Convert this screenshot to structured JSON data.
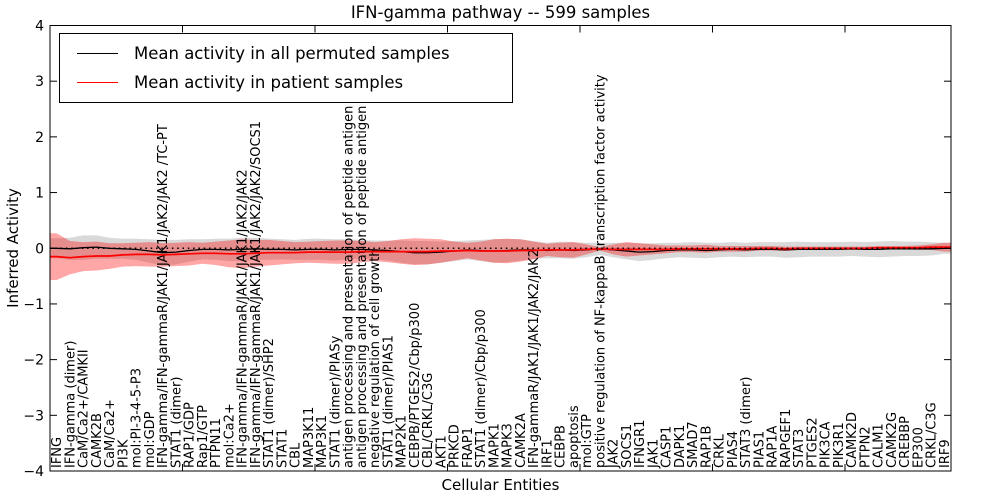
{
  "title": "IFN-gamma pathway -- 599 samples",
  "legend": {
    "items": [
      {
        "label": "Mean activity in all permuted samples",
        "color": "#000000"
      },
      {
        "label": "Mean activity in patient samples",
        "color": "#ff0000"
      }
    ],
    "position": "upper left"
  },
  "colors": {
    "permuted_line": "#000000",
    "patient_line": "#ff0000",
    "permuted_band": "rgba(128,128,128,0.30)",
    "patient_band": "rgba(255,0,0,0.35)",
    "axis": "#000000",
    "background": "#ffffff"
  },
  "chart_data": {
    "type": "line",
    "title": "IFN-gamma pathway -- 599 samples",
    "xlabel": "Cellular Entities",
    "ylabel": "Inferred Activity",
    "ylim": [
      -4,
      4
    ],
    "yticks": [
      4,
      3,
      2,
      1,
      0,
      -1,
      -2,
      -3,
      -4
    ],
    "grid": false,
    "zero_line_dotted": true,
    "legend_position": "upper left",
    "categories": [
      "IFNG",
      "IFN-gamma (dimer)",
      "CaM/Ca2+/CAMKII",
      "CAMK2B",
      "CaM/Ca2+",
      "PI3K",
      "mol:PI-3-4-5-P3",
      "mol:GDP",
      "IFN-gamma/IFN-gammaR/JAK1/JAK1/JAK2/JAK2 /TC-PT",
      "STAT1 (dimer)",
      "RAP1/GDP",
      "Rap1/GTP",
      "PTPN11",
      "mol:Ca2+",
      "IFN-gamma/IFN-gammaR/JAK1/JAK1/JAK2/JAK2",
      "IFN-gamma/IFN-gammaR/JAK1/JAK1/JAK2/JAK2/SOCS1",
      "STAT1 (dimer)/SHP2",
      "STAT1",
      "CBL",
      "MAP3K11",
      "MAP3K1",
      "STAT1 (dimer)/PIASy",
      "antigen processing and presentation of peptide antigen",
      "antigen processing and presentation of peptide antigen",
      "negative regulation of cell growth",
      "STAT1 (dimer)/PIAS1",
      "MAP2K1",
      "CEBPB/PTGES2/Cbp/p300",
      "CBL/CRKL/C3G",
      "AKT1",
      "PRKCD",
      "FRAP1",
      "STAT1 (dimer)/Cbp/p300",
      "MAPK1",
      "MAPK3",
      "CAMK2A",
      "IFN-gammaR/JAK1/JAK1/JAK2/JAK2",
      "IRF1",
      "CEBPB",
      "apoptosis",
      "mol:GTP",
      "positive regulation of NF-kappaB transcription factor activity",
      "JAK2",
      "SOCS1",
      "IFNGR1",
      "JAK1",
      "CASP1",
      "DAPK1",
      "SMAD7",
      "RAP1B",
      "CRKL",
      "PIAS4",
      "STAT3 (dimer)",
      "PIAS1",
      "RAP1A",
      "RAPGEF1",
      "STAT3",
      "PTGES2",
      "PIK3CA",
      "PIK3R1",
      "CAMK2D",
      "PTPN2",
      "CALM1",
      "CAMK2G",
      "CREBBP",
      "EP300",
      "CRKL/C3G",
      "IRF9"
    ],
    "series": [
      {
        "name": "Mean activity in all permuted samples",
        "color": "#000000",
        "values": [
          0.0,
          -0.01,
          0.01,
          0.02,
          0.0,
          -0.01,
          -0.02,
          -0.05,
          -0.08,
          -0.07,
          -0.04,
          -0.02,
          -0.02,
          -0.03,
          -0.02,
          -0.01,
          -0.02,
          -0.02,
          -0.03,
          -0.02,
          -0.02,
          -0.03,
          -0.02,
          -0.02,
          -0.03,
          -0.04,
          -0.06,
          -0.08,
          -0.08,
          -0.07,
          -0.05,
          -0.03,
          -0.04,
          -0.05,
          -0.04,
          -0.03,
          -0.03,
          -0.04,
          -0.03,
          -0.04,
          -0.03,
          -0.01,
          -0.03,
          -0.05,
          -0.07,
          -0.06,
          -0.04,
          -0.03,
          -0.03,
          -0.04,
          -0.03,
          -0.02,
          -0.03,
          -0.02,
          -0.02,
          -0.03,
          -0.02,
          -0.02,
          -0.02,
          -0.02,
          -0.01,
          -0.02,
          -0.02,
          -0.01,
          -0.01,
          -0.01,
          -0.01,
          0.0
        ]
      },
      {
        "name": "Mean activity in patient samples",
        "color": "#ff0000",
        "values": [
          -0.15,
          -0.17,
          -0.15,
          -0.14,
          -0.14,
          -0.12,
          -0.11,
          -0.11,
          -0.12,
          -0.11,
          -0.1,
          -0.09,
          -0.09,
          -0.1,
          -0.1,
          -0.09,
          -0.08,
          -0.08,
          -0.08,
          -0.07,
          -0.07,
          -0.07,
          -0.07,
          -0.06,
          -0.06,
          -0.06,
          -0.06,
          -0.06,
          -0.06,
          -0.05,
          -0.05,
          -0.04,
          -0.05,
          -0.05,
          -0.05,
          -0.04,
          -0.04,
          -0.03,
          -0.03,
          -0.03,
          -0.02,
          -0.01,
          -0.02,
          -0.02,
          -0.02,
          -0.02,
          -0.02,
          -0.01,
          -0.01,
          -0.01,
          -0.01,
          -0.01,
          -0.01,
          0.0,
          0.0,
          -0.01,
          0.0,
          0.0,
          0.0,
          0.0,
          0.0,
          0.0,
          0.01,
          0.01,
          0.01,
          0.01,
          0.02,
          0.02
        ]
      }
    ],
    "bands": [
      {
        "name": "permuted-std-band",
        "center": "permuted",
        "color": "rgba(128,128,128,0.30)",
        "halfwidths": [
          0.18,
          0.2,
          0.22,
          0.21,
          0.19,
          0.18,
          0.19,
          0.21,
          0.23,
          0.22,
          0.2,
          0.18,
          0.19,
          0.2,
          0.21,
          0.2,
          0.19,
          0.18,
          0.18,
          0.19,
          0.19,
          0.19,
          0.18,
          0.17,
          0.17,
          0.18,
          0.2,
          0.21,
          0.21,
          0.19,
          0.18,
          0.17,
          0.19,
          0.21,
          0.21,
          0.19,
          0.16,
          0.14,
          0.15,
          0.15,
          0.13,
          0.11,
          0.13,
          0.15,
          0.16,
          0.15,
          0.14,
          0.13,
          0.14,
          0.14,
          0.13,
          0.13,
          0.13,
          0.13,
          0.13,
          0.14,
          0.14,
          0.13,
          0.13,
          0.13,
          0.13,
          0.13,
          0.14,
          0.14,
          0.13,
          0.13,
          0.12,
          0.1
        ]
      },
      {
        "name": "patient-std-band",
        "center": "patient",
        "color": "rgba(255,0,0,0.35)",
        "halfwidths": [
          0.42,
          0.3,
          0.26,
          0.26,
          0.23,
          0.21,
          0.21,
          0.22,
          0.21,
          0.21,
          0.21,
          0.19,
          0.21,
          0.24,
          0.26,
          0.24,
          0.23,
          0.21,
          0.19,
          0.19,
          0.2,
          0.21,
          0.21,
          0.19,
          0.17,
          0.19,
          0.22,
          0.24,
          0.23,
          0.21,
          0.17,
          0.14,
          0.17,
          0.21,
          0.22,
          0.2,
          0.16,
          0.11,
          0.13,
          0.14,
          0.09,
          0.03,
          0.09,
          0.13,
          0.11,
          0.09,
          0.07,
          0.06,
          0.06,
          0.07,
          0.05,
          0.05,
          0.05,
          0.04,
          0.04,
          0.04,
          0.03,
          0.03,
          0.03,
          0.03,
          0.03,
          0.03,
          0.03,
          0.03,
          0.03,
          0.04,
          0.05,
          0.08
        ]
      }
    ]
  }
}
